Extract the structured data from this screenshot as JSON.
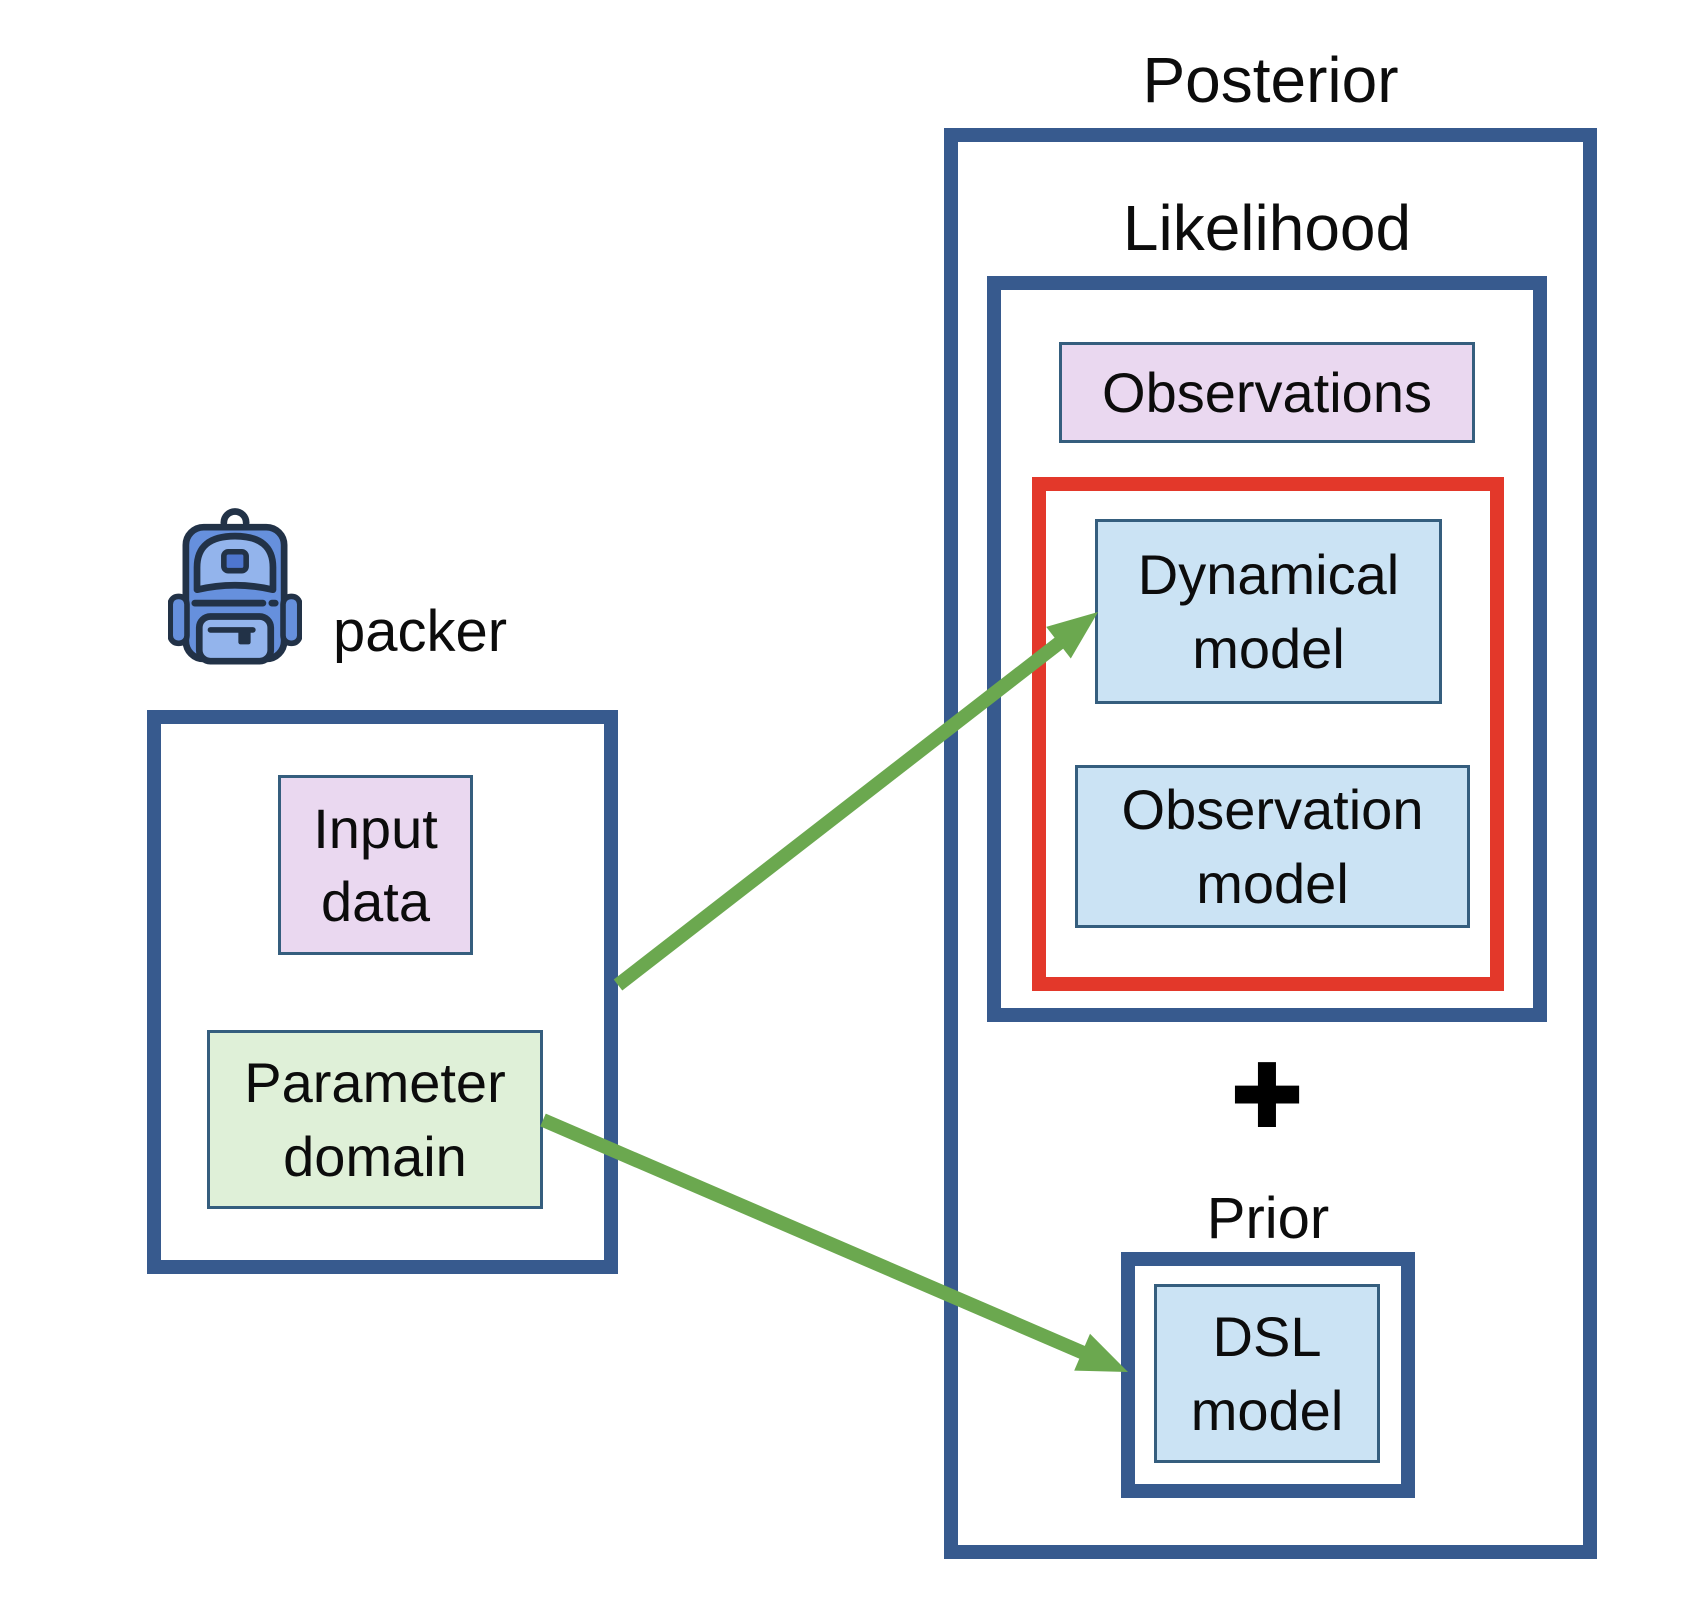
{
  "left": {
    "icon": "backpack-icon",
    "packer_label": "packer",
    "input_data": {
      "lines": [
        "Input",
        "data"
      ]
    },
    "parameter_domain": {
      "lines": [
        "Parameter",
        "domain"
      ]
    }
  },
  "right": {
    "posterior_title": "Posterior",
    "likelihood_title": "Likelihood",
    "observations": {
      "lines": [
        "Observations"
      ]
    },
    "dynamical_model": {
      "lines": [
        "Dynamical",
        "model"
      ]
    },
    "observation_model": {
      "lines": [
        "Observation",
        "model"
      ]
    },
    "plus_operator": "+",
    "prior_title": "Prior",
    "dsl_model": {
      "lines": [
        "DSL",
        "model"
      ]
    }
  },
  "arrows": [
    {
      "from": "packer box",
      "to": "Dynamical model",
      "color": "#6BA84F"
    },
    {
      "from": "Parameter domain",
      "to": "DSL model",
      "color": "#6BA84F"
    }
  ],
  "colors": {
    "frame_blue": "#375A8E",
    "highlight_red": "#E3382A",
    "cell_border": "#355E7E",
    "pink_fill": "#EAD8F0",
    "blue_fill": "#CBE3F4",
    "green_fill": "#DFF0D8",
    "arrow_green": "#6BA84F"
  }
}
